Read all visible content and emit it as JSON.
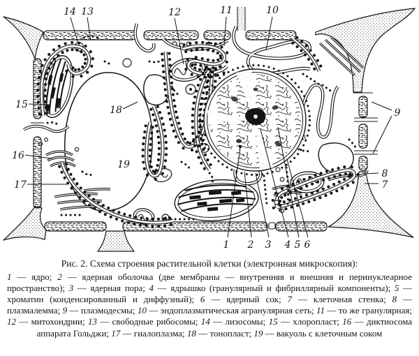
{
  "figure": {
    "caption": "Рис. 2. Схема строения растительной клетки (электронная микроскопия):",
    "legend": {
      "items": [
        {
          "num": "1",
          "label": "ядро"
        },
        {
          "num": "2",
          "label": "ядерная оболочка (две мембраны — внутренняя и внешняя и перинуклеарное пространство)"
        },
        {
          "num": "3",
          "label": "ядерная пора"
        },
        {
          "num": "4",
          "label": "ядрышко (гранулярный и фибриллярный компоненты)"
        },
        {
          "num": "5",
          "label": "хроматин (конденсированный и диффузный)"
        },
        {
          "num": "6",
          "label": "ядерный сок"
        },
        {
          "num": "7",
          "label": "клеточная стенка"
        },
        {
          "num": "8",
          "label": "плазмалемма"
        },
        {
          "num": "9",
          "label": "плазмодесмы"
        },
        {
          "num": "10",
          "label": "эндоплазматическая агранулярная сеть"
        },
        {
          "num": "11",
          "label": "то же гранулярная"
        },
        {
          "num": "12",
          "label": "митохондрии"
        },
        {
          "num": "13",
          "label": "свободные рибосомы"
        },
        {
          "num": "14",
          "label": "лизосомы"
        },
        {
          "num": "15",
          "label": "хлоропласт"
        },
        {
          "num": "16",
          "label": "диктиосома аппарата Гольджи"
        },
        {
          "num": "17",
          "label": "гиалоплазма"
        },
        {
          "num": "18",
          "label": "тонопласт"
        },
        {
          "num": "19",
          "label": "вакуоль с клеточным соком"
        }
      ],
      "item_separator": "; ",
      "num_label_separator": " — "
    },
    "colors": {
      "ink": "#141414",
      "paper": "#ffffff"
    }
  },
  "diagram": {
    "callouts": [
      "1",
      "2",
      "3",
      "4",
      "5",
      "6",
      "7",
      "8",
      "9",
      "10",
      "11",
      "12",
      "13",
      "14",
      "15",
      "16",
      "17",
      "18",
      "19"
    ]
  }
}
